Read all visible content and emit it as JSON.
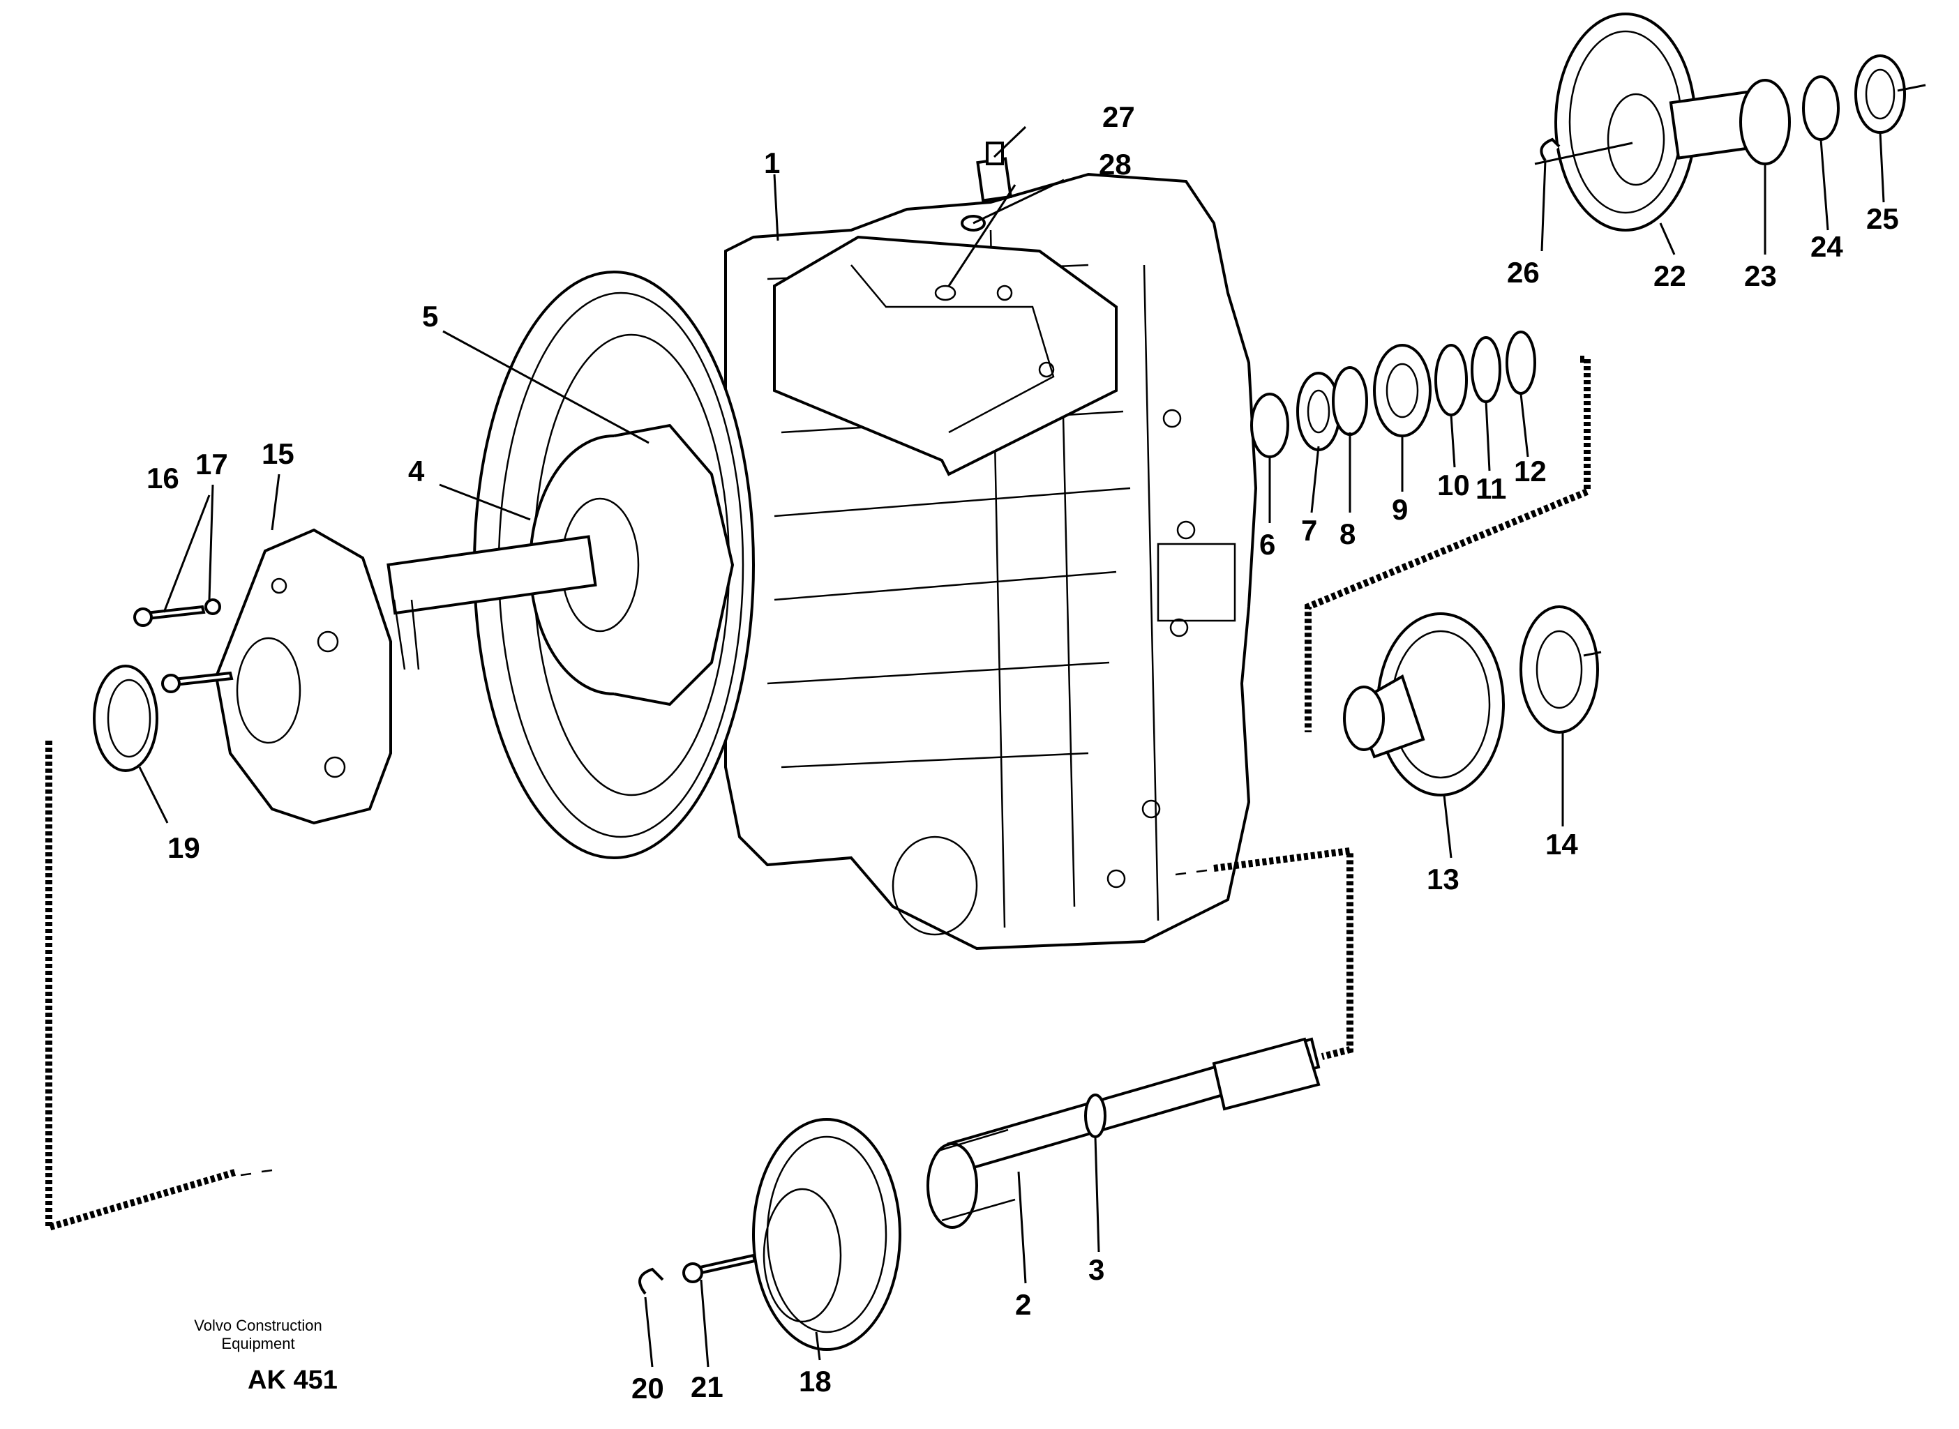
{
  "footer": {
    "brand_line1": "Volvo Construction",
    "brand_line2": "Equipment",
    "code": "AK 451"
  },
  "callouts": [
    "1",
    "2",
    "3",
    "4",
    "5",
    "6",
    "7",
    "8",
    "9",
    "10",
    "11",
    "12",
    "13",
    "14",
    "15",
    "16",
    "17",
    "18",
    "19",
    "20",
    "21",
    "22",
    "23",
    "24",
    "25",
    "26",
    "27",
    "28"
  ]
}
